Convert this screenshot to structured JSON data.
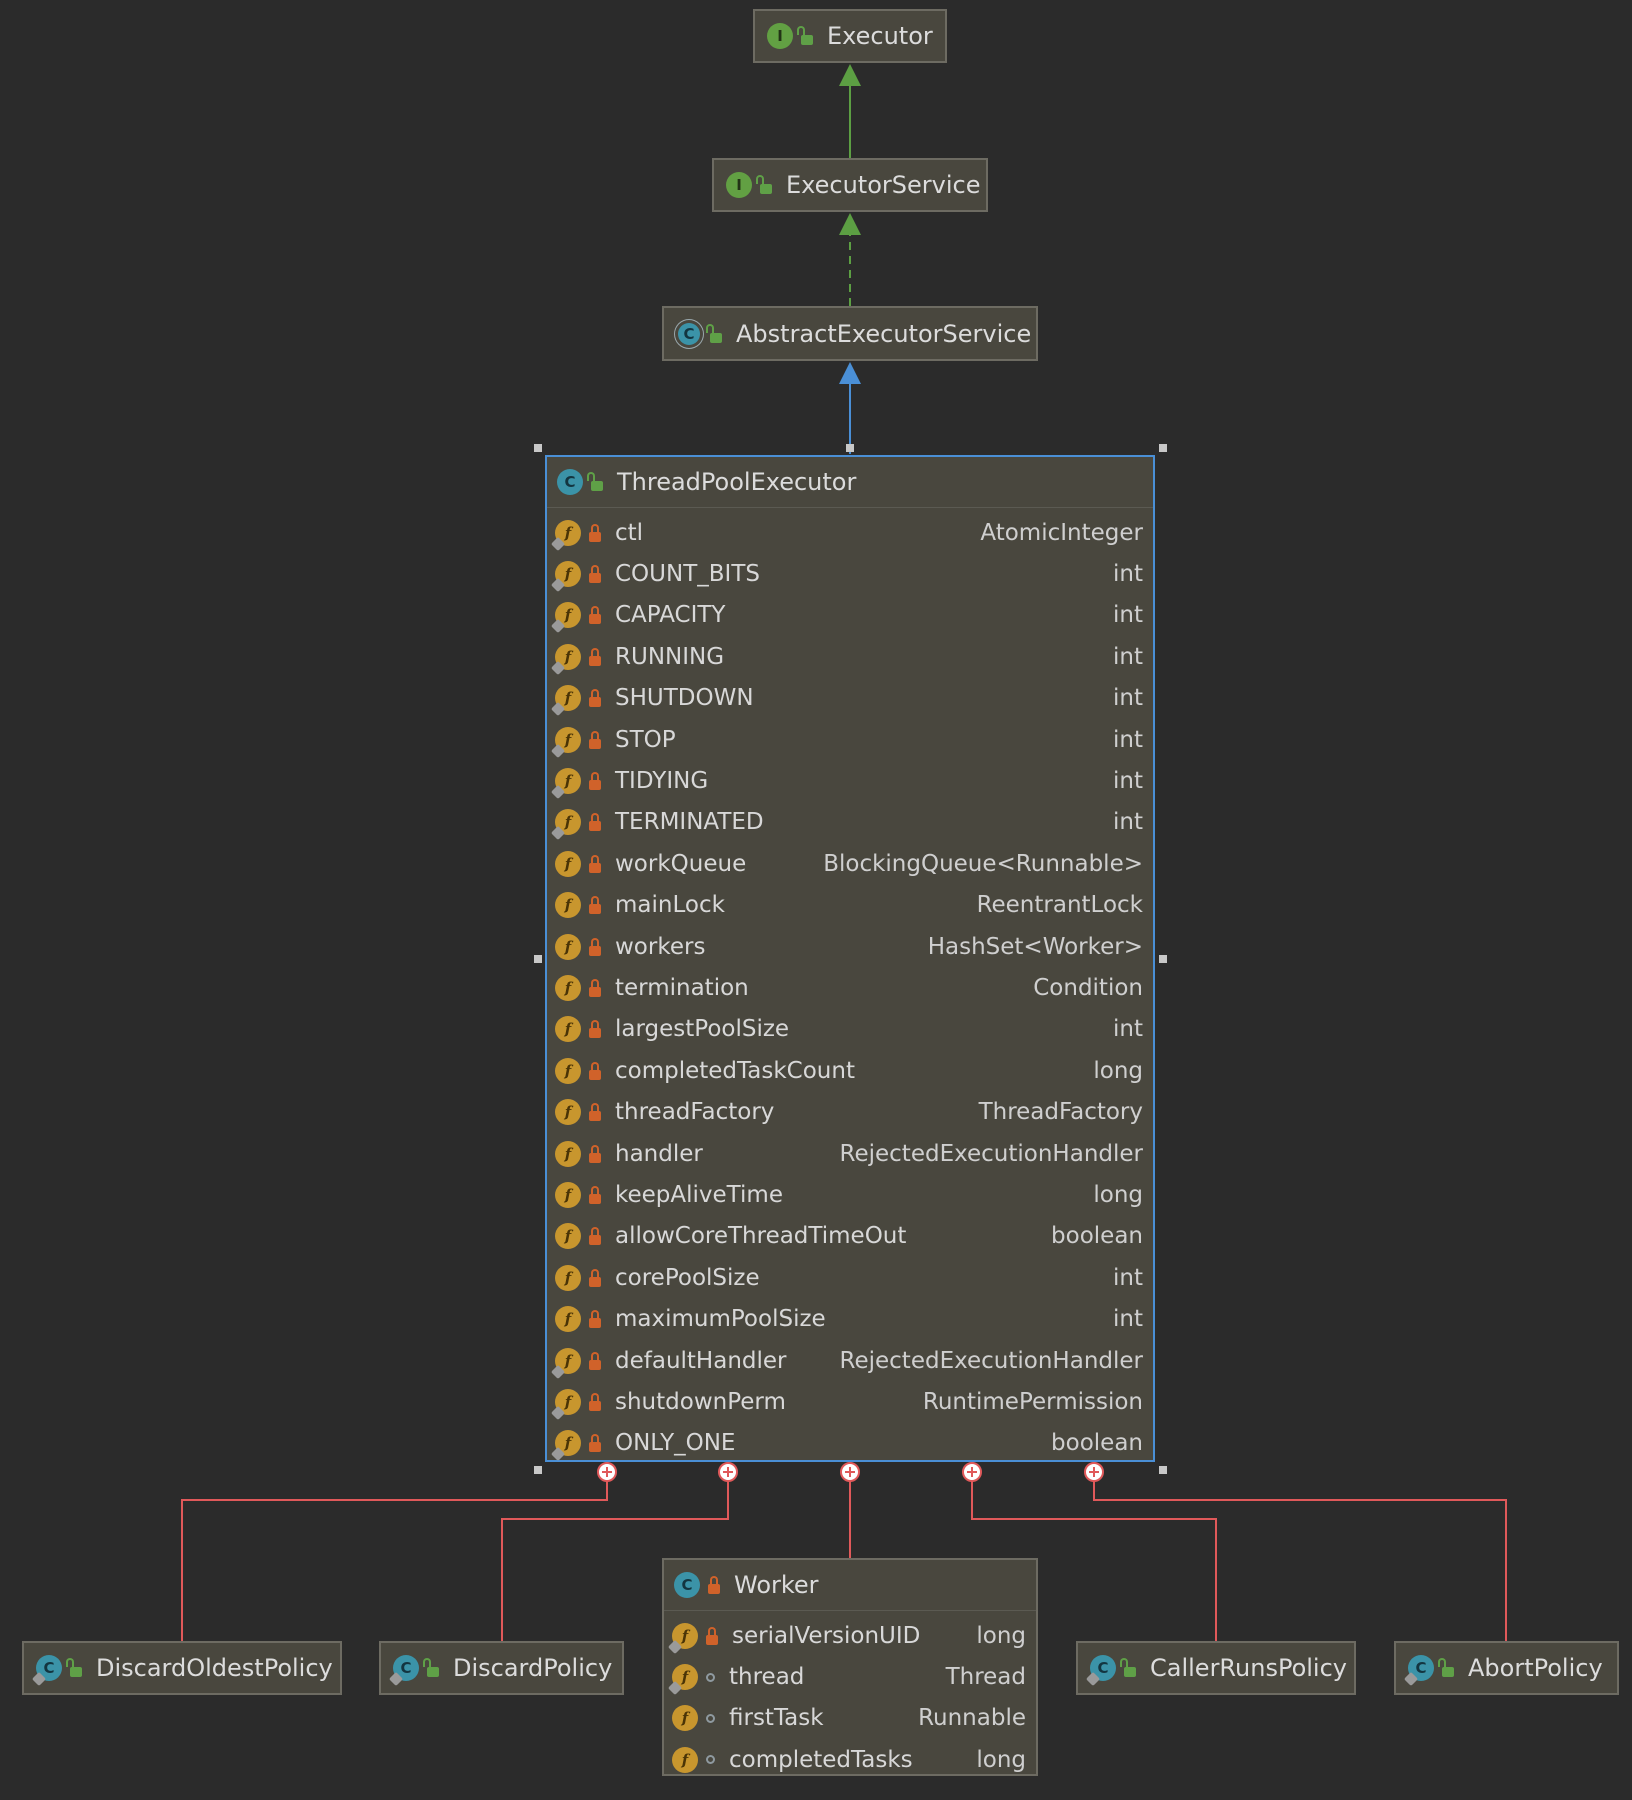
{
  "colors": {
    "background": "#2b2b2b",
    "node_fill": "#49473e",
    "node_border": "#6d6b62",
    "selected_border": "#4a8fd6",
    "extends_arrow": "#5c9f43",
    "class_extends_arrow": "#4a8fd6",
    "inner_class_link": "#e0595a"
  },
  "nodes": {
    "executor": {
      "name": "Executor",
      "kind": "interface",
      "icon": "interface-icon"
    },
    "executor_service": {
      "name": "ExecutorService",
      "kind": "interface",
      "icon": "interface-icon"
    },
    "abstract_executor_service": {
      "name": "AbstractExecutorService",
      "kind": "abstract-class",
      "icon": "abstract-class-icon"
    },
    "thread_pool_executor": {
      "name": "ThreadPoolExecutor",
      "kind": "class",
      "icon": "class-icon",
      "fields": [
        {
          "name": "ctl",
          "type": "AtomicInteger",
          "static": true
        },
        {
          "name": "COUNT_BITS",
          "type": "int",
          "static": true
        },
        {
          "name": "CAPACITY",
          "type": "int",
          "static": true
        },
        {
          "name": "RUNNING",
          "type": "int",
          "static": true
        },
        {
          "name": "SHUTDOWN",
          "type": "int",
          "static": true
        },
        {
          "name": "STOP",
          "type": "int",
          "static": true
        },
        {
          "name": "TIDYING",
          "type": "int",
          "static": true
        },
        {
          "name": "TERMINATED",
          "type": "int",
          "static": true
        },
        {
          "name": "workQueue",
          "type": "BlockingQueue<Runnable>",
          "static": false
        },
        {
          "name": "mainLock",
          "type": "ReentrantLock",
          "static": false
        },
        {
          "name": "workers",
          "type": "HashSet<Worker>",
          "static": false
        },
        {
          "name": "termination",
          "type": "Condition",
          "static": false
        },
        {
          "name": "largestPoolSize",
          "type": "int",
          "static": false
        },
        {
          "name": "completedTaskCount",
          "type": "long",
          "static": false
        },
        {
          "name": "threadFactory",
          "type": "ThreadFactory",
          "static": false
        },
        {
          "name": "handler",
          "type": "RejectedExecutionHandler",
          "static": false
        },
        {
          "name": "keepAliveTime",
          "type": "long",
          "static": false
        },
        {
          "name": "allowCoreThreadTimeOut",
          "type": "boolean",
          "static": false
        },
        {
          "name": "corePoolSize",
          "type": "int",
          "static": false
        },
        {
          "name": "maximumPoolSize",
          "type": "int",
          "static": false
        },
        {
          "name": "defaultHandler",
          "type": "RejectedExecutionHandler",
          "static": true
        },
        {
          "name": "shutdownPerm",
          "type": "RuntimePermission",
          "static": true
        },
        {
          "name": "ONLY_ONE",
          "type": "boolean",
          "static": true
        }
      ]
    },
    "worker": {
      "name": "Worker",
      "kind": "inner-class",
      "icon": "class-icon",
      "fields": [
        {
          "name": "serialVersionUID",
          "type": "long",
          "static": true,
          "visibility": "private"
        },
        {
          "name": "thread",
          "type": "Thread",
          "static": true,
          "visibility": "package"
        },
        {
          "name": "firstTask",
          "type": "Runnable",
          "static": false,
          "visibility": "package"
        },
        {
          "name": "completedTasks",
          "type": "long",
          "static": false,
          "visibility": "package"
        }
      ]
    },
    "discard_oldest_policy": {
      "name": "DiscardOldestPolicy",
      "kind": "static-class",
      "icon": "class-icon"
    },
    "discard_policy": {
      "name": "DiscardPolicy",
      "kind": "static-class",
      "icon": "class-icon"
    },
    "caller_runs_policy": {
      "name": "CallerRunsPolicy",
      "kind": "static-class",
      "icon": "class-icon"
    },
    "abort_policy": {
      "name": "AbortPolicy",
      "kind": "static-class",
      "icon": "class-icon"
    }
  }
}
